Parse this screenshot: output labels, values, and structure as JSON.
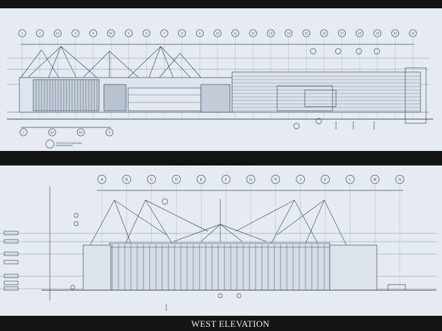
{
  "captions": {
    "south": "SOUTH ELEVATION",
    "west": "WEST ELEVATION"
  },
  "south": {
    "grid_top": [
      "1",
      "2",
      "2A",
      "3",
      "4",
      "4A",
      "5",
      "6",
      "7",
      "8",
      "9",
      "10",
      "11",
      "12",
      "13",
      "14",
      "15",
      "16",
      "17",
      "18",
      "19",
      "20",
      "21"
    ],
    "grid_bottom": [
      "1",
      "2A",
      "4A",
      "6"
    ],
    "drawing_title": "SOUTH ELEVATION"
  },
  "west": {
    "grid_top": [
      "A",
      "B",
      "C",
      "D",
      "E",
      "F",
      "G",
      "H",
      "J",
      "K",
      "L",
      "M",
      "N"
    ]
  },
  "colors": {
    "paper": "#e6ebf1",
    "ink": "#3a4a66",
    "background": "#141414"
  }
}
